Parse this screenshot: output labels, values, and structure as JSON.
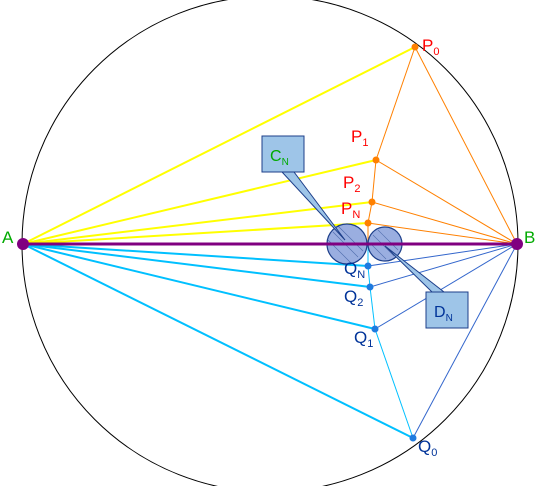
{
  "colors": {
    "circle": "#000000",
    "diameter": "#800080",
    "yellow": "#ffff00",
    "orange": "#ff8000",
    "cyan": "#00c0ff",
    "blue": "#3366cc",
    "red_label": "#ff0000",
    "blue_label": "#003399",
    "box_fill": "#9ec5e8",
    "box_green_text": "#00aa00"
  },
  "labels": {
    "A": "A",
    "B": "B",
    "P0": {
      "main": "P",
      "sub": "0"
    },
    "P1": {
      "main": "P",
      "sub": "1"
    },
    "P2": {
      "main": "P",
      "sub": "2"
    },
    "PN": {
      "main": "P",
      "sub": "N"
    },
    "QN": {
      "main": "Q",
      "sub": "N"
    },
    "Q2": {
      "main": "Q",
      "sub": "2"
    },
    "Q1": {
      "main": "Q",
      "sub": "1"
    },
    "Q0": {
      "main": "Q",
      "sub": "0"
    },
    "CN": {
      "main": "C",
      "sub": "N"
    },
    "DN": {
      "main": "D",
      "sub": "N"
    }
  }
}
